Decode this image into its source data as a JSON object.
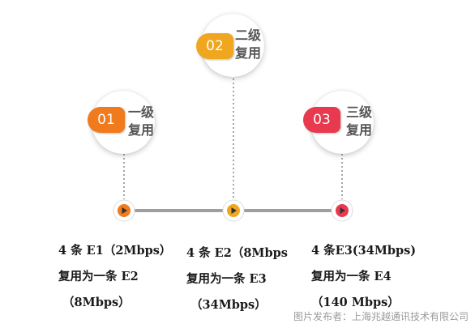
{
  "stages": [
    {
      "number": "01",
      "title": "一级\n复用",
      "color": "#f07a1c",
      "description": "4 条 E1（2Mbps）\n复用为一条 E2\n （8Mbps）"
    },
    {
      "number": "02",
      "title": "二级\n复用",
      "color": "#f0a61e",
      "description": "4 条 E2（8Mbps\n复用为一条 E3\n （34Mbps）"
    },
    {
      "number": "03",
      "title": "三级\n复用",
      "color": "#e8394e",
      "description": "4 条E3(34Mbps)\n复用为一条 E4\n（140 Mbps）"
    }
  ],
  "footer": "图片发布者：上海兆越通讯技术有限公司"
}
